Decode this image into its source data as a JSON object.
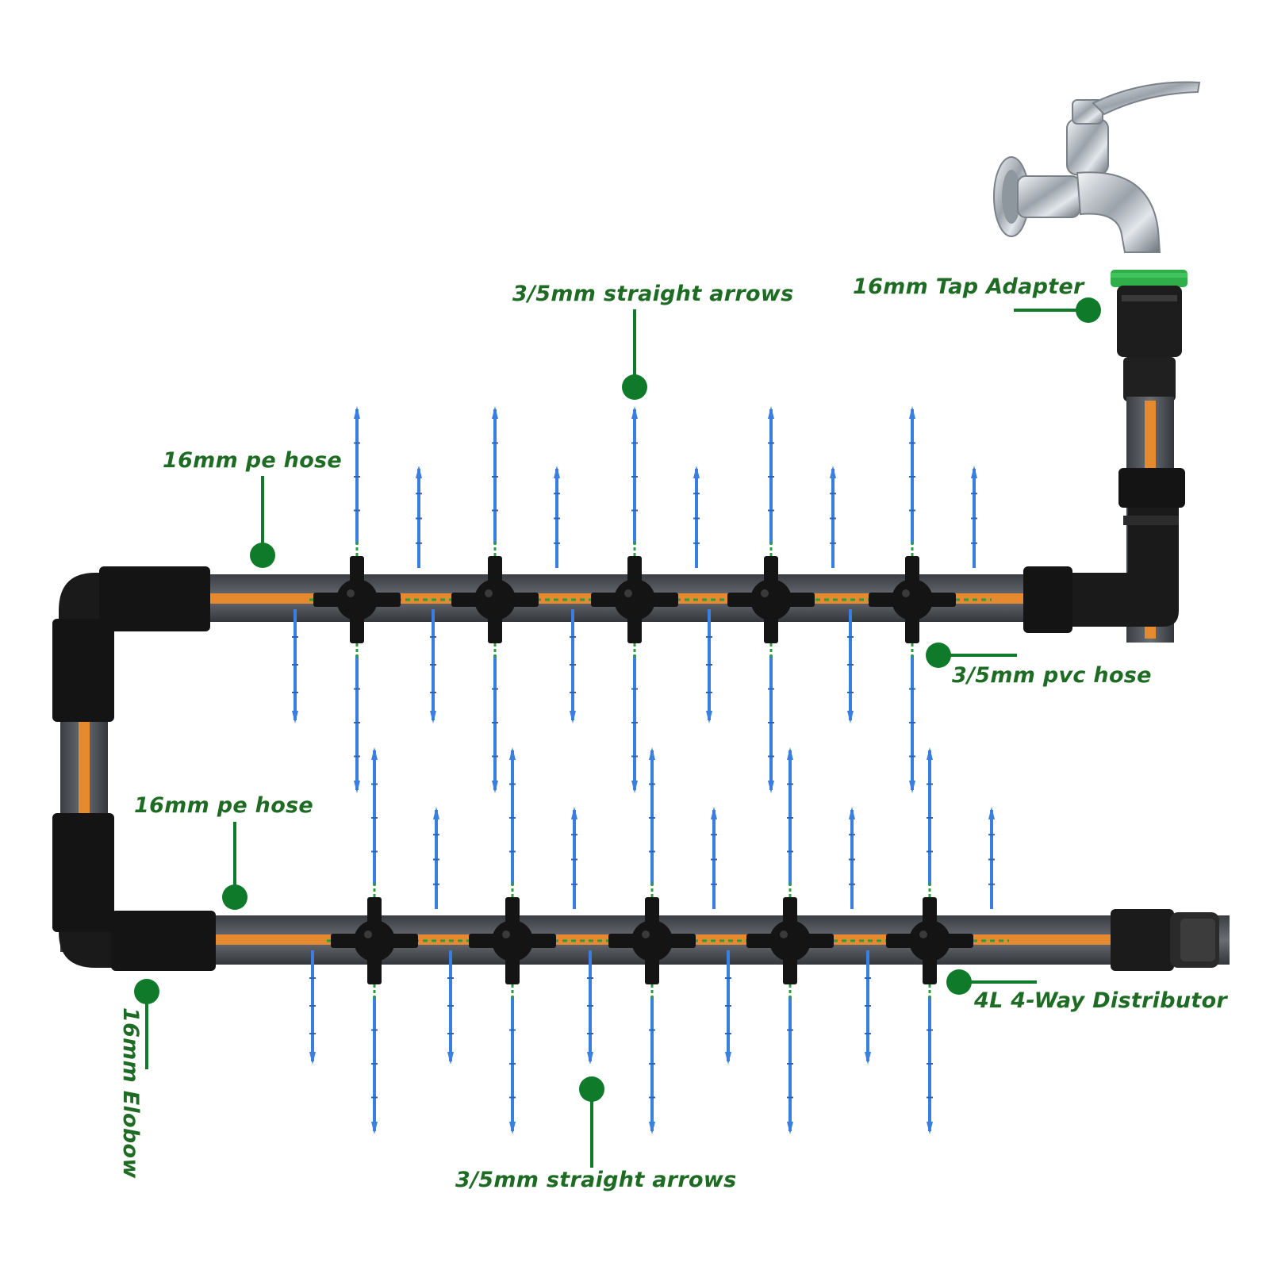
{
  "labels": {
    "tap_adapter": "16mm Tap Adapter",
    "arrows_top": "3/5mm straight arrows",
    "pe_hose_top": "16mm pe hose",
    "pvc_hose": "3/5mm pvc hose",
    "pe_hose_bottom": "16mm pe hose",
    "distributor": "4L 4-Way Distributor",
    "elbow": "16mm Elobow",
    "arrows_bottom": "3/5mm straight arrows"
  },
  "colors": {
    "label_green": "#1e6b24",
    "callout_green": "#0f7a2a",
    "pipe_gray": "#4a4d52",
    "pipe_core_orange": "#e58a2e",
    "fitting_black": "#141414",
    "arrow_blue": "#3a7fe0",
    "tap_chrome": "#b9c0c6",
    "adapter_ring_green": "#2fae4a"
  },
  "icons": [
    "faucet-icon",
    "tap-adapter-icon",
    "elbow-fitting-icon",
    "distributor-icon",
    "straight-arrow-dripper-icon",
    "end-connector-icon"
  ]
}
